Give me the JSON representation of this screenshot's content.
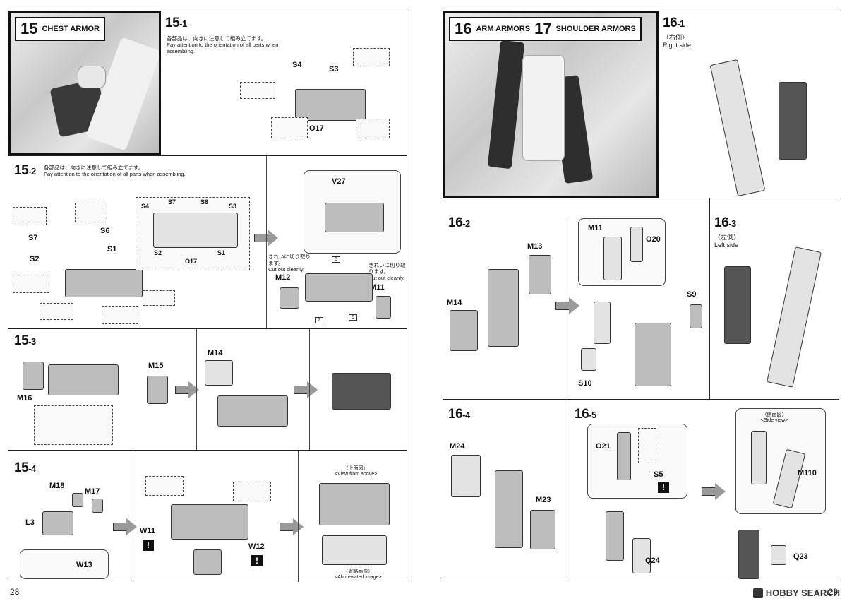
{
  "pages": {
    "left_number": "28",
    "right_number": "29"
  },
  "watermark": {
    "text": "HOBBY SEARCH"
  },
  "steps": {
    "s15": {
      "num": "15",
      "label": "CHEST ARMOR"
    },
    "s16": {
      "num": "16",
      "label": "ARM ARMORS"
    },
    "s17": {
      "num": "17",
      "label": "SHOULDER ARMORS"
    },
    "s15_1": {
      "title": "15",
      "sub": "-1",
      "note_jp": "各部品は、向きに注意して組み立てます。",
      "note_en": "Pay attention to the orientation of all parts when assembling.",
      "parts": [
        "S4",
        "S3",
        "O17"
      ]
    },
    "s15_2": {
      "title": "15",
      "sub": "-2",
      "note_jp": "各部品は、向きに注意して組み立てます。",
      "note_en": "Pay attention to the orientation of all parts when assembling.",
      "parts": [
        "S7",
        "S6",
        "S2",
        "S1",
        "S4",
        "S3",
        "O17",
        "V27",
        "M12",
        "M11"
      ],
      "cut_jp": "きれいに切り取ります。",
      "cut_en": "Cut out cleanly.",
      "refs": [
        "5",
        "7",
        "6"
      ]
    },
    "s15_3": {
      "title": "15",
      "sub": "-3",
      "parts": [
        "M15",
        "M16",
        "M14"
      ]
    },
    "s15_4": {
      "title": "15",
      "sub": "-4",
      "parts": [
        "M18",
        "M17",
        "L3",
        "W13",
        "W11",
        "W12"
      ],
      "top_view_jp": "〈上面図〉",
      "top_view_en": "<View from above>",
      "abbrev_jp": "〈省略画像〉",
      "abbrev_en": "<Abbreviated image>"
    },
    "s16_1": {
      "title": "16",
      "sub": "-1",
      "side_jp": "〈右側〉",
      "side_en": "Right side"
    },
    "s16_2": {
      "title": "16",
      "sub": "-2",
      "parts": [
        "M13",
        "M14",
        "M11",
        "O20",
        "S9",
        "S10"
      ]
    },
    "s16_3": {
      "title": "16",
      "sub": "-3",
      "side_jp": "〈左側〉",
      "side_en": "Left side"
    },
    "s16_4": {
      "title": "16",
      "sub": "-4",
      "parts": [
        "M24",
        "M23"
      ]
    },
    "s16_5": {
      "title": "16",
      "sub": "-5",
      "parts": [
        "O21",
        "S5",
        "Q24",
        "M110",
        "Q23"
      ],
      "side_view_jp": "〈側面図〉",
      "side_view_en": "<Side view>"
    }
  },
  "colors": {
    "border": "#222222",
    "part": "#bdbdbd",
    "dark_part": "#555555"
  }
}
